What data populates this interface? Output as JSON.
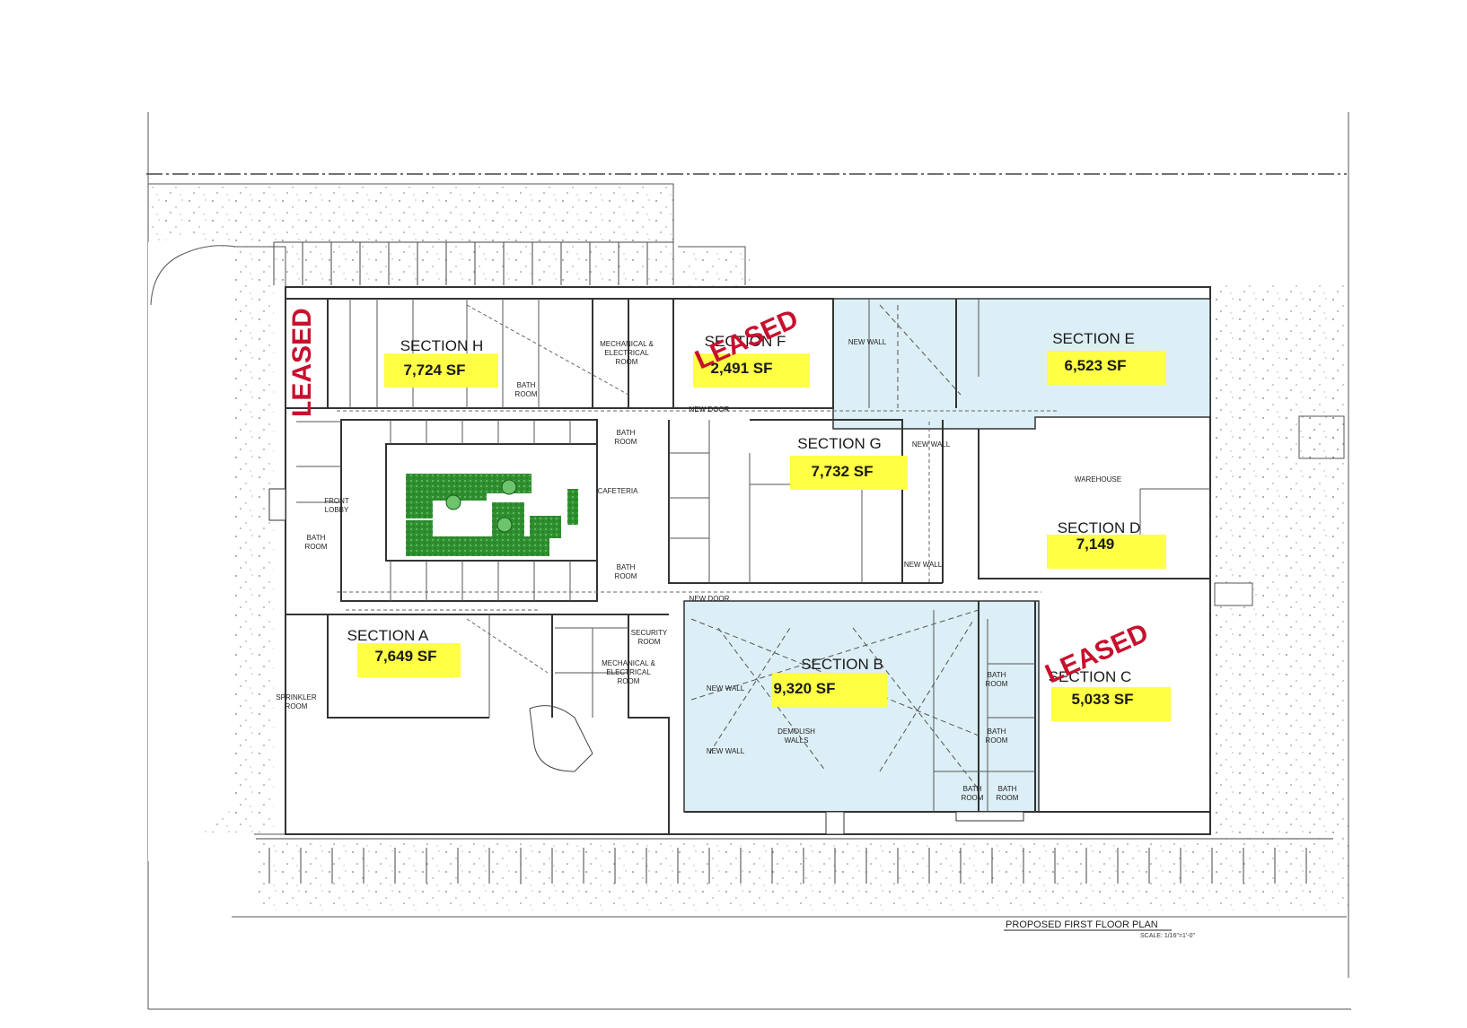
{
  "plan": {
    "title": "PROPOSED FIRST FLOOR PLAN",
    "scale": "SCALE: 1/16\"=1'-0\""
  },
  "sections": [
    {
      "id": "H",
      "name": "SECTION H",
      "area": "7,724 SF",
      "leased": true
    },
    {
      "id": "F",
      "name": "SECTION F",
      "area": "2,491 SF",
      "leased": true
    },
    {
      "id": "E",
      "name": "SECTION E",
      "area": "6,523 SF",
      "leased": false
    },
    {
      "id": "G",
      "name": "SECTION G",
      "area": "7,732 SF",
      "leased": false
    },
    {
      "id": "D",
      "name": "SECTION D",
      "area": "7,149",
      "leased": false
    },
    {
      "id": "A",
      "name": "SECTION A",
      "area": "7,649 SF",
      "leased": false
    },
    {
      "id": "B",
      "name": "SECTION B",
      "area": "9,320 SF",
      "leased": false
    },
    {
      "id": "C",
      "name": "SECTION C",
      "area": "5,033 SF",
      "leased": true
    }
  ],
  "leased_label": "LEASED",
  "rooms": {
    "mech_elec_1": [
      "MECHANICAL &",
      "ELECTRICAL",
      "ROOM"
    ],
    "mech_elec_2": [
      "MECHANICAL &",
      "ELECTRICAL",
      "ROOM"
    ],
    "bath": [
      "BATH",
      "ROOM"
    ],
    "cafeteria": "CAFETERIA",
    "front_lobby": [
      "FRONT",
      "LOBBY"
    ],
    "warehouse": "WAREHOUSE",
    "security": [
      "SECURITY",
      "ROOM"
    ],
    "sprinkler": [
      "SPRINKLER",
      "ROOM"
    ],
    "new_wall": "NEW WALL",
    "new_door": "NEW DOOR",
    "demolish": [
      "DEMOLISH",
      "WALLS"
    ]
  },
  "colors": {
    "highlight": "#ffff44",
    "leased": "#c8102e",
    "shaded": "#dceef6",
    "landscape": "#3a9a3a"
  }
}
